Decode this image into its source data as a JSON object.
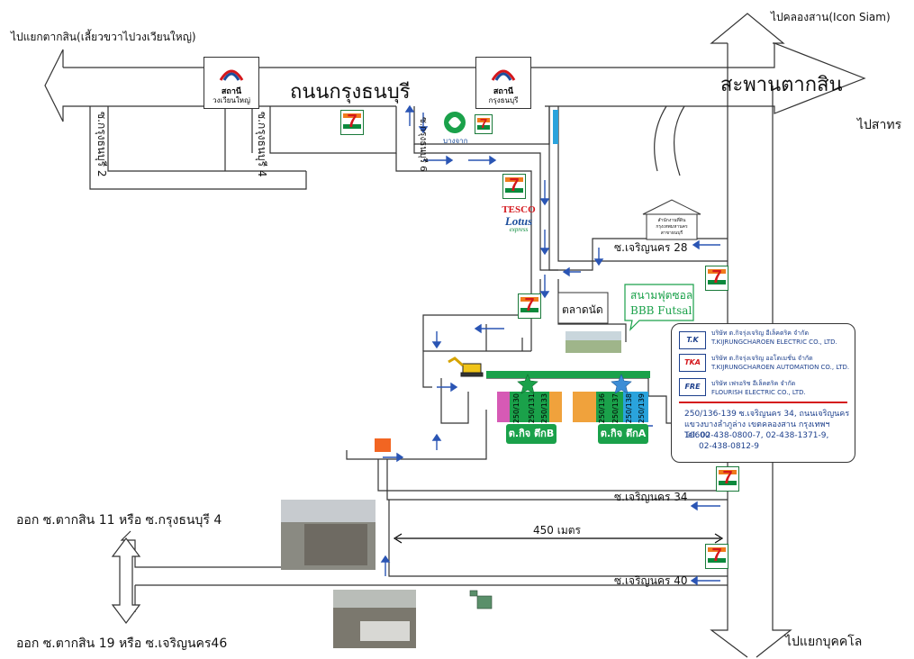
{
  "labels": {
    "top_left_dir": "ไปแยกตากสิน(เลี้ยวขวาไปวงเวียนใหญ่)",
    "top_right_dir": "ไปคลองสาน(Icon Siam)",
    "road_main": "ถนนกรุงธนบุรี",
    "bridge": "สะพานตากสิน",
    "to_sathorn": "ไปสาทร",
    "to_bukkhalo": "ไปแยกบุคคโล",
    "soi_krung_2": "ซ.กรุงธนบุรี 2",
    "soi_krung_4": "ซ.กรุงธนบุรี 4",
    "soi_krung_6": "ซ.กรุงธนบุรี 6",
    "soi_charoen_28": "ซ.เจริญนคร 28",
    "soi_charoen_34": "ซ.เจริญนคร 34",
    "soi_charoen_40": "ซ.เจริญนคร 40",
    "exit_1": "ออก ซ.ตากสิน 11 หรือ ซ.กรุงธนบุรี 4",
    "exit_2": "ออก ซ.ตากสิน 19 หรือ ซ.เจริญนคร46",
    "distance": "450 เมตร",
    "market": "ตลาดนัด",
    "futsal_th": "สนามฟุตซอล",
    "futsal_en": "BBB Futsal",
    "district_office": "สำนักงานที่ดิน กรุงเทพมหานคร สาขาธนบุรี",
    "bangchak": "บางจาก"
  },
  "stations": [
    {
      "name": "สถานี",
      "sub": "วงเวียนใหญ่"
    },
    {
      "name": "สถานี",
      "sub": "กรุงธนบุรี"
    }
  ],
  "seven_eleven": "7",
  "tesco": {
    "l1": "TESCO",
    "l2": "Lotus",
    "l3": "express"
  },
  "buildings": {
    "b_tag": "ต.กิจ ตึกB",
    "a_tag": "ต.กิจ ตึกA",
    "b_units": [
      "250/130",
      "250/131",
      "250/133"
    ],
    "a_units": [
      "250/136",
      "250/137",
      "250/138",
      "250/139"
    ]
  },
  "company": {
    "c1_logo": "T.K",
    "c1_th": "บริษัท ต.กิจรุ่งเจริญ อีเล็คตริค จำกัด",
    "c1_en": "T.KIJRUNGCHAROEN ELECTRIC CO., LTD.",
    "c2_logo": "TKA",
    "c2_th": "บริษัท ต.กิจรุ่งเจริญ ออโตเมชั่น จำกัด",
    "c2_en": "T.KIJRUNGCHAROEN AUTOMATION CO., LTD.",
    "c3_logo": "FRE",
    "c3_th": "บริษัท เฟรอริช อีเล็คตริค จำกัด",
    "c3_en": "FLOURISH ELECTRIC CO., LTD.",
    "addr1": "250/136-139 ซ.เจริญนคร 34, ถนนเจริญนคร",
    "addr2": "แขวงบางลำภูล่าง เขตคลองสาน กรุงเทพฯ 10600",
    "addr3": "Tel. 02-438-0800-7, 02-438-1371-9,",
    "addr4": "02-438-0812-9"
  },
  "colors": {
    "arrow": "#2a55b4",
    "green_building": "#1aa14a",
    "orange_unit": "#f0a23c",
    "pink_unit": "#d65ab5",
    "blue_unit": "#2aa3dc",
    "orange_marker": "#f26522",
    "blue_marker": "#3c8dd6"
  },
  "icons": [
    "bts-logo",
    "seven-eleven-logo",
    "bangchak-logo",
    "tesco-lotus-logo",
    "excavator-icon",
    "star-icon",
    "transformer-icon",
    "house-icon"
  ]
}
